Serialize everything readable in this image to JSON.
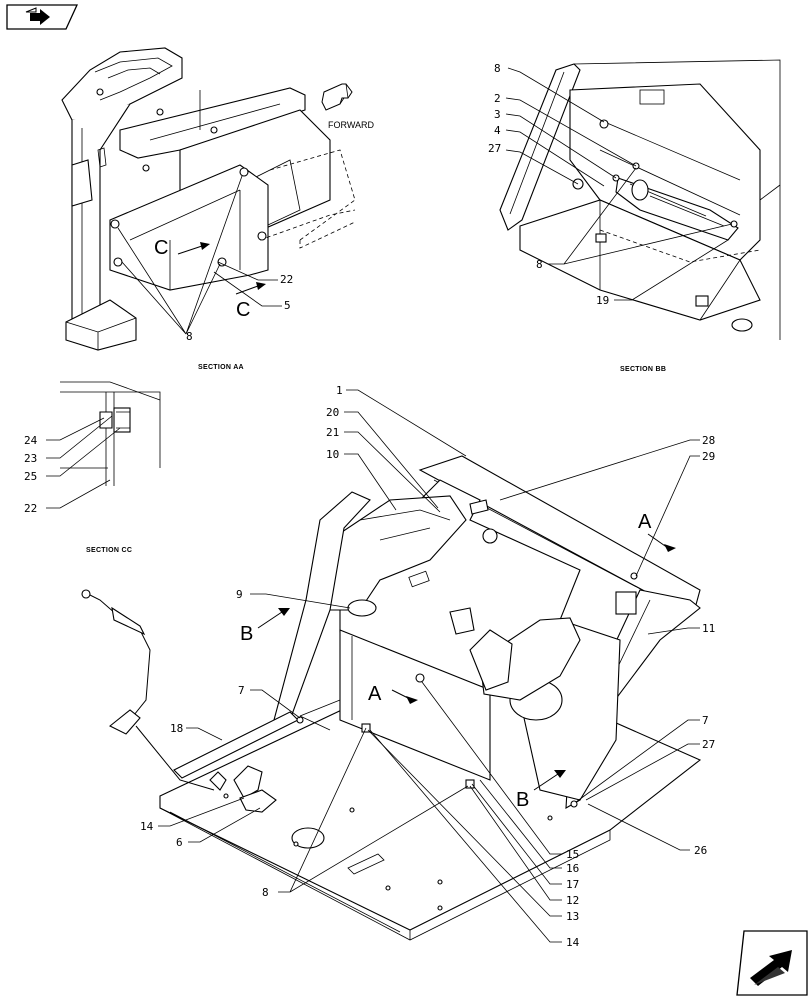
{
  "sections": {
    "aa": "SECTION AA",
    "bb": "SECTION BB",
    "cc": "SECTION CC"
  },
  "forward_label": "FORWARD",
  "view_letters": {
    "a": "A",
    "b": "B",
    "c": "C"
  },
  "callouts": {
    "aa_8": "8",
    "aa_22": "22",
    "aa_5": "5",
    "bb_8a": "8",
    "bb_2": "2",
    "bb_3": "3",
    "bb_4": "4",
    "bb_27": "27",
    "bb_8b": "8",
    "bb_19": "19",
    "cc_24": "24",
    "cc_23": "23",
    "cc_25": "25",
    "cc_22": "22",
    "m_1": "1",
    "m_20": "20",
    "m_21": "21",
    "m_10": "10",
    "m_28": "28",
    "m_29": "29",
    "m_9": "9",
    "m_11": "11",
    "m_7a": "7",
    "m_18": "18",
    "m_7b": "7",
    "m_27": "27",
    "m_14a": "14",
    "m_6": "6",
    "m_26": "26",
    "m_15": "15",
    "m_16": "16",
    "m_17": "17",
    "m_8": "8",
    "m_12": "12",
    "m_13": "13",
    "m_14b": "14"
  },
  "icons": {
    "top_left": "previous-page-arrow-icon",
    "bottom_right": "next-page-arrow-icon"
  }
}
